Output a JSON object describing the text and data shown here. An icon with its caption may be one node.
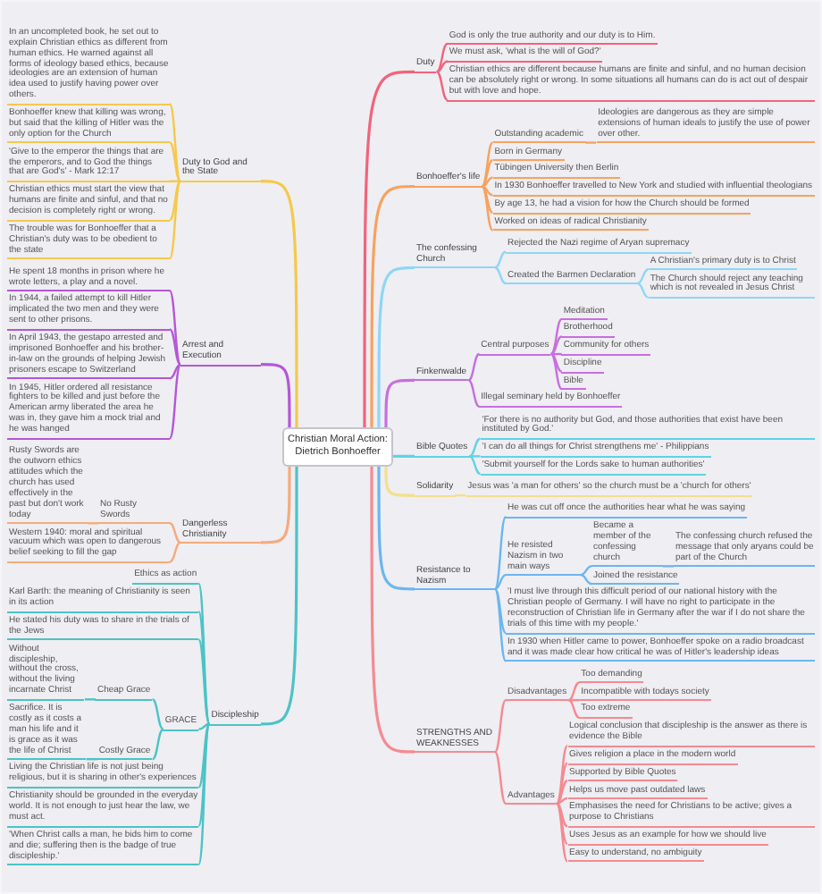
{
  "diagram": {
    "nodes": [
      {
        "text": [
          "Christian Moral Action: Dietrich Bonhoeffer"
        ]
      },
      {
        "text": [
          "Duty"
        ]
      },
      {
        "text": [
          "God is only the true authority and our duty is to Him."
        ]
      },
      {
        "text": [
          "We must ask, 'what is the will of God?'"
        ]
      },
      {
        "text": [
          "Christian ethics are different because humans are finite and sinful, and no human decision can be absolutely right or wrong. In some situations all humans can do is act out of despair but with love and hope."
        ]
      },
      {
        "text": [
          "Bonhoeffer's life"
        ]
      },
      {
        "text": [
          "Outstanding academic"
        ]
      },
      {
        "text": [
          "Ideologies are dangerous as they are simple extensions of human ideals to justify the use of power over other."
        ]
      },
      {
        "text": [
          "Born in Germany"
        ]
      },
      {
        "text": [
          "Tübingen University then Berlin"
        ]
      },
      {
        "text": [
          "In 1930 Bonhoeffer travelled to New York and studied with influential theologians"
        ]
      },
      {
        "text": [
          "By age 13, he had a vision for how the Church should be formed"
        ]
      },
      {
        "text": [
          "Worked on ideas of radical Christianity"
        ]
      },
      {
        "text": [
          "The confessing Church"
        ]
      },
      {
        "text": [
          "Rejected the Nazi regime of Aryan supremacy"
        ]
      },
      {
        "text": [
          "Created the Barmen Declaration"
        ]
      },
      {
        "text": [
          "A Christian's primary duty is to Christ"
        ]
      },
      {
        "text": [
          "The Church should reject any teaching which is not revealed in Jesus Christ"
        ]
      },
      {
        "text": [
          "Finkenwalde"
        ]
      },
      {
        "text": [
          "Central purposes"
        ]
      },
      {
        "text": [
          "Meditation"
        ]
      },
      {
        "text": [
          "Brotherhood"
        ]
      },
      {
        "text": [
          "Community for others"
        ]
      },
      {
        "text": [
          "Discipline"
        ]
      },
      {
        "text": [
          "Bible"
        ]
      },
      {
        "text": [
          "Illegal seminary held by Bonhoeffer"
        ]
      },
      {
        "text": [
          "Bible Quotes"
        ]
      },
      {
        "text": [
          "'For there is no authority but God, and those authorities that exist have been instituted by God.'"
        ]
      },
      {
        "text": [
          "'I can do all things for Christ strengthens me' - Philippians"
        ]
      },
      {
        "text": [
          "'Submit yourself for the Lords sake to human authorities'"
        ]
      },
      {
        "text": [
          "Solidarity"
        ]
      },
      {
        "text": [
          "Jesus was 'a man for others' so the church must be a 'church for others'"
        ]
      },
      {
        "text": [
          "Resistance to Nazism"
        ]
      },
      {
        "text": [
          "He was cut off once the authorities hear what he was saying"
        ]
      },
      {
        "text": [
          "He resisted Nazism in two main ways"
        ]
      },
      {
        "text": [
          "Became a member of the confessing church"
        ]
      },
      {
        "text": [
          "The confessing church refused the message that only aryans could be part of the Church"
        ]
      },
      {
        "text": [
          "Joined the resistance"
        ]
      },
      {
        "text": [
          "'I must live through this difficult period of our national history with the Christian people of Germany. I will have no right to participate in the reconstruction of Christian life in Germany after the war if I do not share the trials of this time with my people.'"
        ]
      },
      {
        "text": [
          "In 1930 when Hitler came to power, Bonhoeffer spoke on a radio broadcast and it was made clear how critical he was of Hitler's leadership ideas"
        ]
      },
      {
        "text": [
          "STRENGTHS AND WEAKNESSES"
        ]
      },
      {
        "text": [
          "Disadvantages"
        ]
      },
      {
        "text": [
          "Too demanding"
        ]
      },
      {
        "text": [
          "Incompatible with todays society"
        ]
      },
      {
        "text": [
          "Too extreme"
        ]
      },
      {
        "text": [
          "Advantages"
        ]
      },
      {
        "text": [
          "Logical conclusion that discipleship is the answer as there is evidence the Bible"
        ]
      },
      {
        "text": [
          "Gives religion a place in the modern world"
        ]
      },
      {
        "text": [
          "Supported by Bible Quotes"
        ]
      },
      {
        "text": [
          "Helps us move past outdated laws"
        ]
      },
      {
        "text": [
          "Emphasises the need for Christians to be active; gives a purpose to Christians"
        ]
      },
      {
        "text": [
          "Uses Jesus as an example for how we should live"
        ]
      },
      {
        "text": [
          "Easy to understand, no ambiguity"
        ]
      },
      {
        "text": [
          "Duty to God and the State"
        ]
      },
      {
        "text": [
          "In an uncompleted book, he set out to explain Christian ethics as different from human ethics. He warned against all forms of ideology based ethics, because ideologies are an extension of human idea used to justify having power over others."
        ]
      },
      {
        "text": [
          "Bonhoeffer knew that killing was wrong, but said that the killing of Hitler was the only option for the Church"
        ]
      },
      {
        "text": [
          "'Give to the emperor the things that are the emperors, and to God the things that are God's' - Mark 12:17"
        ]
      },
      {
        "text": [
          "Christian ethics must start the view that humans are finite and sinful, and that no decision is completely right or wrong."
        ]
      },
      {
        "text": [
          "The trouble was for Bonhoeffer that a Christian's duty was to be obedient to the state"
        ]
      },
      {
        "text": [
          "Arrest and Execution"
        ]
      },
      {
        "text": [
          "He spent 18 months in prison where he wrote letters, a play and a novel."
        ]
      },
      {
        "text": [
          "In 1944, a failed attempt to kill Hitler implicated the two men and they were sent to other prisons."
        ]
      },
      {
        "text": [
          "In April 1943, the gestapo arrested and imprisoned Bonhoeffer and his brother-in-law on the grounds of helping Jewish prisoners escape to Switzerland"
        ]
      },
      {
        "text": [
          "In 1945, Hitler ordered all resistance fighters to be killed and just before the American army liberated the area he was in, they gave him a mock trial and he was hanged"
        ]
      },
      {
        "text": [
          "Dangerless Christianity"
        ]
      },
      {
        "text": [
          "No Rusty Swords"
        ]
      },
      {
        "text": [
          "Rusty Swords are the outworn ethics attitudes which the church has used effectively in the past but don't work today"
        ]
      },
      {
        "text": [
          "Western 1940: moral and spiritual vacuum which was open to dangerous belief seeking to fill the gap"
        ]
      },
      {
        "text": [
          "Discipleship"
        ]
      },
      {
        "text": [
          "Ethics as action"
        ]
      },
      {
        "text": [
          "Karl Barth: the meaning of Christianity is seen in its action"
        ]
      },
      {
        "text": [
          "He stated his duty was to share in the trials of the Jews"
        ]
      },
      {
        "text": [
          "GRACE"
        ]
      },
      {
        "text": [
          "Cheap Grace"
        ]
      },
      {
        "text": [
          "Without discipleship, without the cross, without the living incarnate Christ"
        ]
      },
      {
        "text": [
          "Costly Grace"
        ]
      },
      {
        "text": [
          "Sacrifice. It is costly as it costs a man his life and it is grace as it was the life of Christ"
        ]
      },
      {
        "text": [
          "Living the Christian life is not just being religious, but it is sharing in other's experiences"
        ]
      },
      {
        "text": [
          "Christianity should be grounded in the everyday world. It is not enough to just hear the law, we must act."
        ]
      },
      {
        "text": [
          "'When Christ calls a man, he bids him to come and die; suffering then is the badge of true discipleship.'"
        ]
      }
    ],
    "edges": [
      {
        "from": 0,
        "to": 1,
        "arrow": "none",
        "color": "#f2637b"
      },
      {
        "from": 1,
        "to": 2,
        "arrow": "none",
        "color": "#f2637b"
      },
      {
        "from": 1,
        "to": 3,
        "arrow": "none",
        "color": "#f2637b"
      },
      {
        "from": 1,
        "to": 4,
        "arrow": "none",
        "color": "#f2637b"
      },
      {
        "from": 0,
        "to": 5,
        "arrow": "none",
        "color": "#f7a25e"
      },
      {
        "from": 5,
        "to": 6,
        "arrow": "none",
        "color": "#f7a25e"
      },
      {
        "from": 6,
        "to": 7,
        "arrow": "none",
        "color": "#f7a25e"
      },
      {
        "from": 5,
        "to": 8,
        "arrow": "none",
        "color": "#f7a25e"
      },
      {
        "from": 5,
        "to": 9,
        "arrow": "none",
        "color": "#f7a25e"
      },
      {
        "from": 5,
        "to": 10,
        "arrow": "none",
        "color": "#f7a25e"
      },
      {
        "from": 5,
        "to": 11,
        "arrow": "none",
        "color": "#f7a25e"
      },
      {
        "from": 5,
        "to": 12,
        "arrow": "none",
        "color": "#f7a25e"
      },
      {
        "from": 0,
        "to": 13,
        "arrow": "none",
        "color": "#8fd6f5"
      },
      {
        "from": 13,
        "to": 14,
        "arrow": "none",
        "color": "#8fd6f5"
      },
      {
        "from": 13,
        "to": 15,
        "arrow": "none",
        "color": "#8fd6f5"
      },
      {
        "from": 15,
        "to": 16,
        "arrow": "none",
        "color": "#8fd6f5"
      },
      {
        "from": 15,
        "to": 17,
        "arrow": "none",
        "color": "#8fd6f5"
      },
      {
        "from": 0,
        "to": 18,
        "arrow": "none",
        "color": "#c86ee0"
      },
      {
        "from": 18,
        "to": 19,
        "arrow": "none",
        "color": "#c86ee0"
      },
      {
        "from": 19,
        "to": 20,
        "arrow": "none",
        "color": "#c86ee0"
      },
      {
        "from": 19,
        "to": 21,
        "arrow": "none",
        "color": "#c86ee0"
      },
      {
        "from": 19,
        "to": 22,
        "arrow": "none",
        "color": "#c86ee0"
      },
      {
        "from": 19,
        "to": 23,
        "arrow": "none",
        "color": "#c86ee0"
      },
      {
        "from": 19,
        "to": 24,
        "arrow": "none",
        "color": "#c86ee0"
      },
      {
        "from": 18,
        "to": 25,
        "arrow": "none",
        "color": "#c86ee0"
      },
      {
        "from": 0,
        "to": 26,
        "arrow": "none",
        "color": "#5fd3e3"
      },
      {
        "from": 26,
        "to": 27,
        "arrow": "none",
        "color": "#5fd3e3"
      },
      {
        "from": 26,
        "to": 28,
        "arrow": "none",
        "color": "#5fd3e3"
      },
      {
        "from": 26,
        "to": 29,
        "arrow": "none",
        "color": "#5fd3e3"
      },
      {
        "from": 0,
        "to": 30,
        "arrow": "none",
        "color": "#f3e08a"
      },
      {
        "from": 30,
        "to": 31,
        "arrow": "none",
        "color": "#f3e08a"
      },
      {
        "from": 0,
        "to": 32,
        "arrow": "none",
        "color": "#6cb6ef"
      },
      {
        "from": 32,
        "to": 33,
        "arrow": "none",
        "color": "#6cb6ef"
      },
      {
        "from": 32,
        "to": 34,
        "arrow": "none",
        "color": "#6cb6ef"
      },
      {
        "from": 34,
        "to": 35,
        "arrow": "none",
        "color": "#6cb6ef"
      },
      {
        "from": 35,
        "to": 36,
        "arrow": "none",
        "color": "#6cb6ef"
      },
      {
        "from": 34,
        "to": 37,
        "arrow": "none",
        "color": "#6cb6ef"
      },
      {
        "from": 32,
        "to": 38,
        "arrow": "none",
        "color": "#6cb6ef"
      },
      {
        "from": 32,
        "to": 39,
        "arrow": "none",
        "color": "#6cb6ef"
      },
      {
        "from": 0,
        "to": 40,
        "arrow": "none"
      },
      {
        "from": 40,
        "to": 41,
        "arrow": "none"
      },
      {
        "from": 41,
        "to": 42,
        "arrow": "none"
      },
      {
        "from": 41,
        "to": 43,
        "arrow": "none"
      },
      {
        "from": 41,
        "to": 44,
        "arrow": "none"
      },
      {
        "from": 40,
        "to": 45,
        "arrow": "none"
      },
      {
        "from": 45,
        "to": 46,
        "arrow": "none"
      },
      {
        "from": 45,
        "to": 47,
        "arrow": "none"
      },
      {
        "from": 45,
        "to": 48,
        "arrow": "none"
      },
      {
        "from": 45,
        "to": 49,
        "arrow": "none"
      },
      {
        "from": 45,
        "to": 50,
        "arrow": "none"
      },
      {
        "from": 45,
        "to": 51,
        "arrow": "none"
      },
      {
        "from": 45,
        "to": 52,
        "arrow": "none"
      },
      {
        "from": 0,
        "to": 53,
        "arrow": "none",
        "color": "#f5c94a"
      },
      {
        "from": 53,
        "to": 54,
        "arrow": "none",
        "color": "#f5c94a"
      },
      {
        "from": 53,
        "to": 55,
        "arrow": "none",
        "color": "#f5c94a"
      },
      {
        "from": 53,
        "to": 56,
        "arrow": "none",
        "color": "#f5c94a"
      },
      {
        "from": 53,
        "to": 57,
        "arrow": "none",
        "color": "#f5c94a"
      },
      {
        "from": 53,
        "to": 58,
        "arrow": "none",
        "color": "#f5c94a"
      },
      {
        "from": 0,
        "to": 59,
        "arrow": "none",
        "color": "#b457d6"
      },
      {
        "from": 59,
        "to": 60,
        "arrow": "none",
        "color": "#b457d6"
      },
      {
        "from": 59,
        "to": 61,
        "arrow": "none",
        "color": "#b457d6"
      },
      {
        "from": 59,
        "to": 62,
        "arrow": "none",
        "color": "#b457d6"
      },
      {
        "from": 59,
        "to": 63,
        "arrow": "none",
        "color": "#b457d6"
      },
      {
        "from": 0,
        "to": 64,
        "arrow": "none",
        "color": "#f6ab7c"
      },
      {
        "from": 64,
        "to": 65,
        "arrow": "none",
        "color": "#f6ab7c"
      },
      {
        "from": 65,
        "to": 66,
        "arrow": "none",
        "color": "#f6ab7c"
      },
      {
        "from": 64,
        "to": 67,
        "arrow": "none",
        "color": "#f6ab7c"
      },
      {
        "from": 0,
        "to": 68,
        "arrow": "none",
        "color": "#4cc3c6"
      },
      {
        "from": 68,
        "to": 69,
        "arrow": "none",
        "color": "#4cc3c6"
      },
      {
        "from": 68,
        "to": 70,
        "arrow": "none",
        "color": "#4cc3c6"
      },
      {
        "from": 68,
        "to": 71,
        "arrow": "none",
        "color": "#4cc3c6"
      },
      {
        "from": 68,
        "to": 72,
        "arrow": "none",
        "color": "#4cc3c6"
      },
      {
        "from": 72,
        "to": 73,
        "arrow": "none",
        "color": "#4cc3c6"
      },
      {
        "from": 73,
        "to": 74,
        "arrow": "none",
        "color": "#4cc3c6"
      },
      {
        "from": 72,
        "to": 75,
        "arrow": "none",
        "color": "#4cc3c6"
      },
      {
        "from": 75,
        "to": 76,
        "arrow": "none",
        "color": "#4cc3c6"
      },
      {
        "from": 68,
        "to": 77,
        "arrow": "none",
        "color": "#4cc3c6"
      },
      {
        "from": 68,
        "to": 78,
        "arrow": "none",
        "color": "#4cc3c6"
      },
      {
        "from": 68,
        "to": 79,
        "arrow": "none",
        "color": "#4cc3c6"
      }
    ]
  }
}
